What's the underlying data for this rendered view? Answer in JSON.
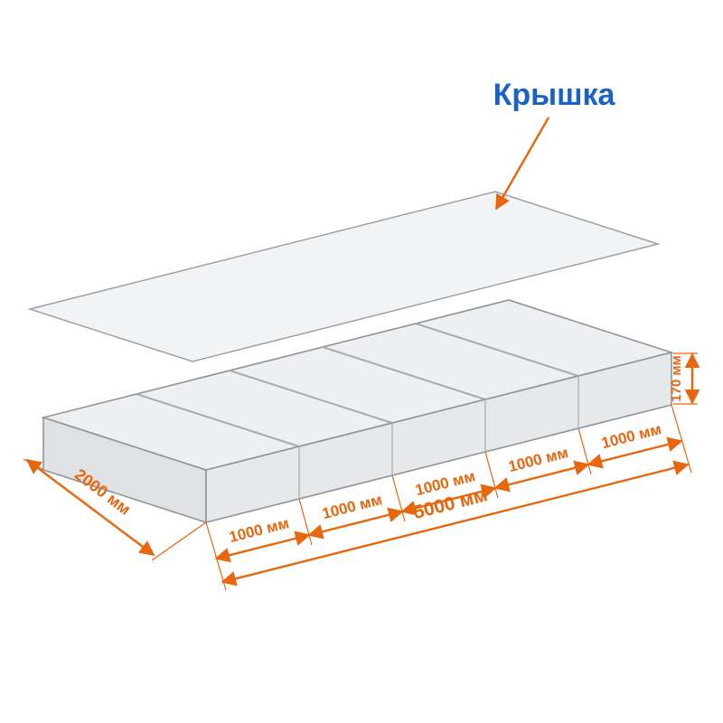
{
  "callout": {
    "lid_label": "Крышка"
  },
  "dimensions": {
    "width_label": "2000 мм",
    "segment_labels": [
      "1000 мм",
      "1000 мм",
      "1000 мм",
      "1000 мм",
      "1000 мм"
    ],
    "total_label": "5000 мм",
    "height_label": "170 мм"
  },
  "colors": {
    "dimension_orange": "#e8660d",
    "callout_blue": "#1a63c5",
    "mesh_gray": "#bdc1c6",
    "edge_gray": "#9aa0a6"
  }
}
